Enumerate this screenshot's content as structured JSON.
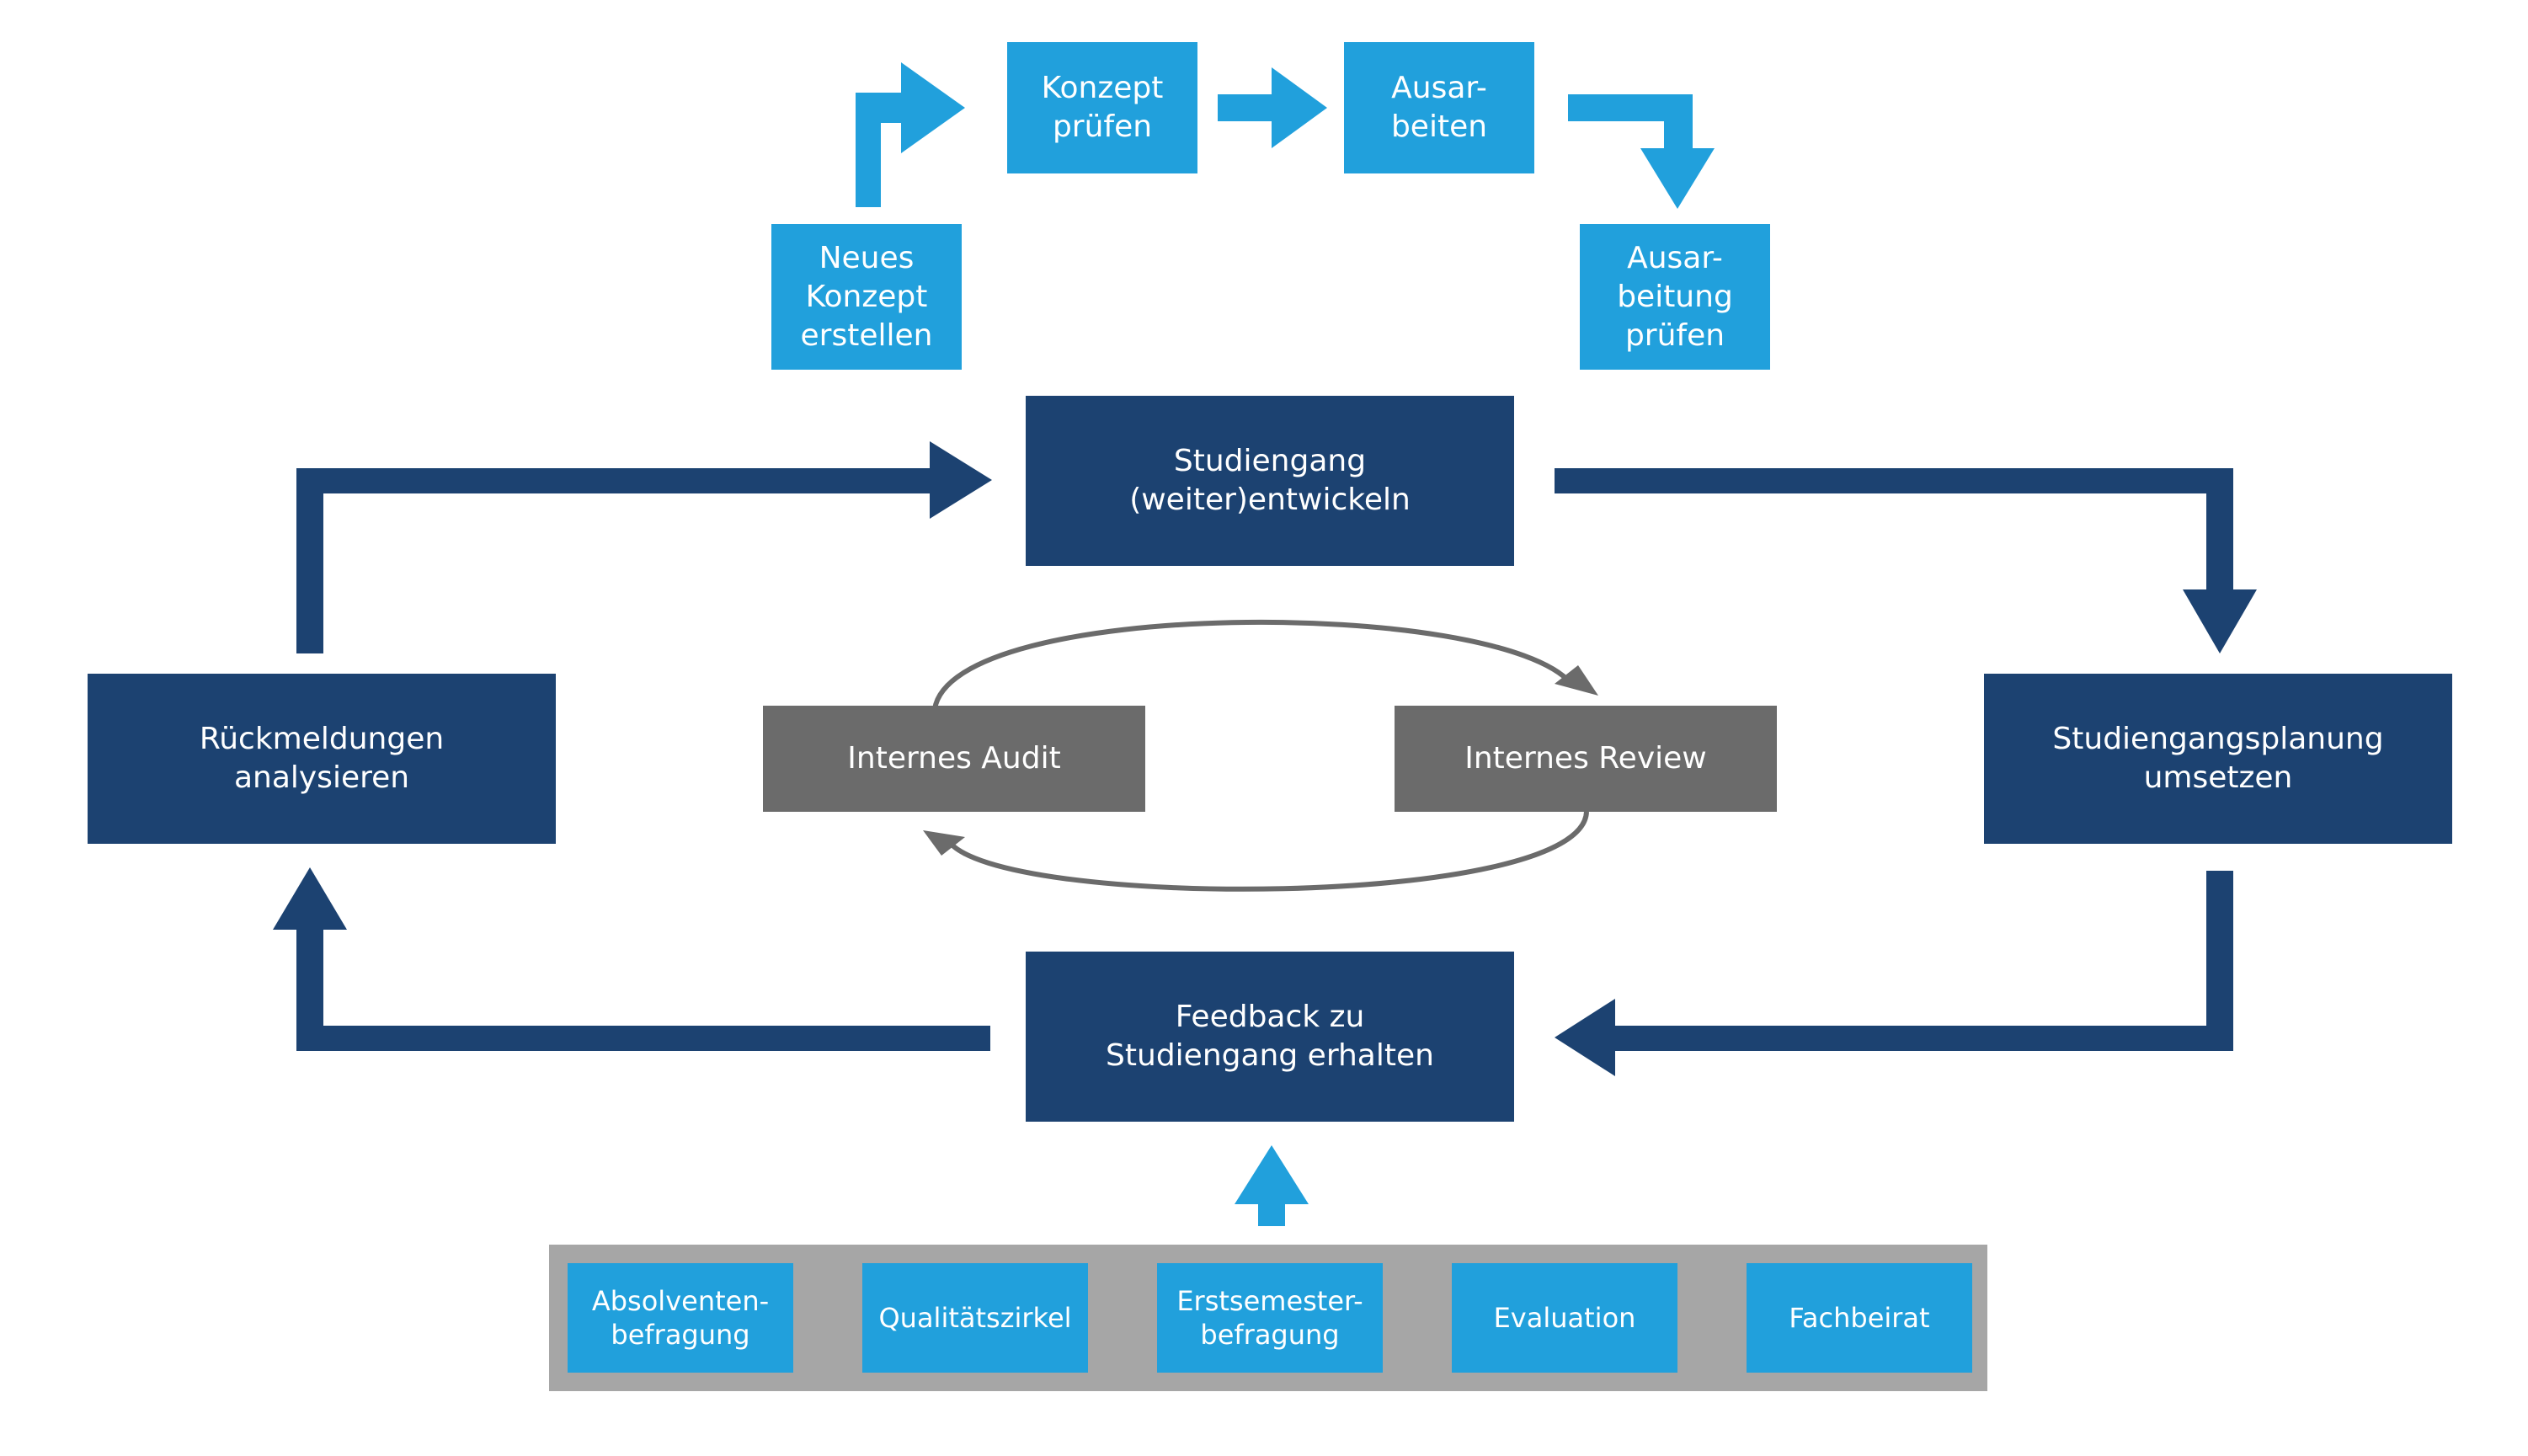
{
  "colors": {
    "light_blue": "#21a0dc",
    "dark_blue": "#1c4271",
    "gray_box": "#6b6b6b",
    "gray_strip": "#a6a6a6",
    "loop_arrow": "#6b6b6b",
    "text": "#ffffff"
  },
  "development": {
    "new_concept": "Neues\nKonzept\nerstellen",
    "check_concept": "Konzept\nprüfen",
    "elaborate": "Ausar-\nbeiten",
    "check_elaboration": "Ausar-\nbeitung\nprüfen"
  },
  "cycle": {
    "develop": "Studiengang\n(weiter)entwickeln",
    "implement": "Studiengangsplanung\numsetzen",
    "feedback": "Feedback zu\nStudiengang erhalten",
    "analyze": "Rückmeldungen\nanalysieren"
  },
  "internal": {
    "audit": "Internes Audit",
    "review": "Internes Review"
  },
  "sources": [
    "Absolventen-\nbefragung",
    "Qualitätszirkel",
    "Erstsemester-\nbefragung",
    "Evaluation",
    "Fachbeirat"
  ]
}
